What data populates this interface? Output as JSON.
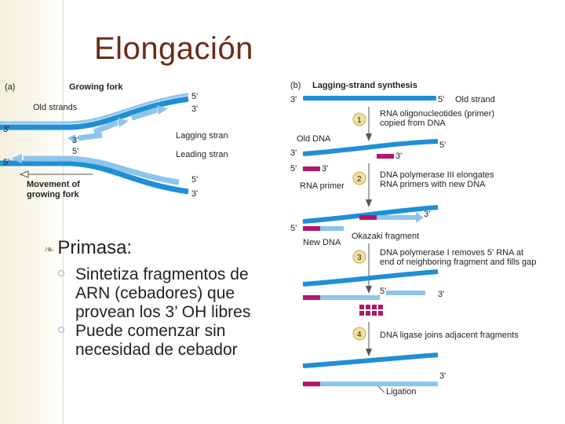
{
  "title": "Elongación",
  "panel_a": {
    "letter": "(a)",
    "growing_fork": "Growing fork",
    "old_strands": "Old strands",
    "lagging_strand": "Lagging strand",
    "leading_strand": "Leading strand",
    "movement": "Movement of",
    "movement2": "growing fork",
    "p5_top": "5'",
    "p3_top": "3'",
    "p3_left": "3'",
    "p3_mid": "3'",
    "p5_mid": "5'",
    "p5_left": "5'",
    "p5_low": "5'",
    "p3_low": "3'"
  },
  "panel_b": {
    "letter": "(b)",
    "heading": "Lagging-strand synthesis",
    "top_3": "3'",
    "top_5": "5'",
    "old_strand": "Old strand",
    "step1_num": "1",
    "step1_line1": "RNA oligonucleotides (primer)",
    "step1_line2": "copied from DNA",
    "old_dna": "Old DNA",
    "s1_3": "3'",
    "s1_5": "5'",
    "s1_3b": "3'",
    "s1_5b": "5'",
    "s1_3c": "3'",
    "rna_primer": "RNA primer",
    "step2_num": "2",
    "step2_line1": "DNA polymerase III elongates",
    "step2_line2": "RNA primers with new DNA",
    "s2_3": "3'",
    "s2_5": "5'",
    "new_dna": "New DNA",
    "okazaki": "Okazaki fragment",
    "step3_num": "3",
    "step3_line1": "DNA polymerase I removes 5' RNA at",
    "step3_line2": "end of neighboring fragment and fills gap",
    "s3_5": "5'",
    "s3_3": "3'",
    "step4_num": "4",
    "step4_line1": "DNA ligase joins adjacent fragments",
    "s4_3": "3'",
    "ligation": "Ligation"
  },
  "bullet_main": "Primasa:",
  "sub_bullets": [
    "Sintetiza fragmentos de ARN (cebadores) que provean los 3’ OH libres",
    "Puede comenzar sin necesidad de cebador"
  ],
  "colors": {
    "title": "#6b2b1a",
    "dna_dark": "#1f8fd6",
    "dna_light": "#8ec5ea",
    "rna": "#b0186a",
    "step_circle": "#f3e0a0"
  }
}
